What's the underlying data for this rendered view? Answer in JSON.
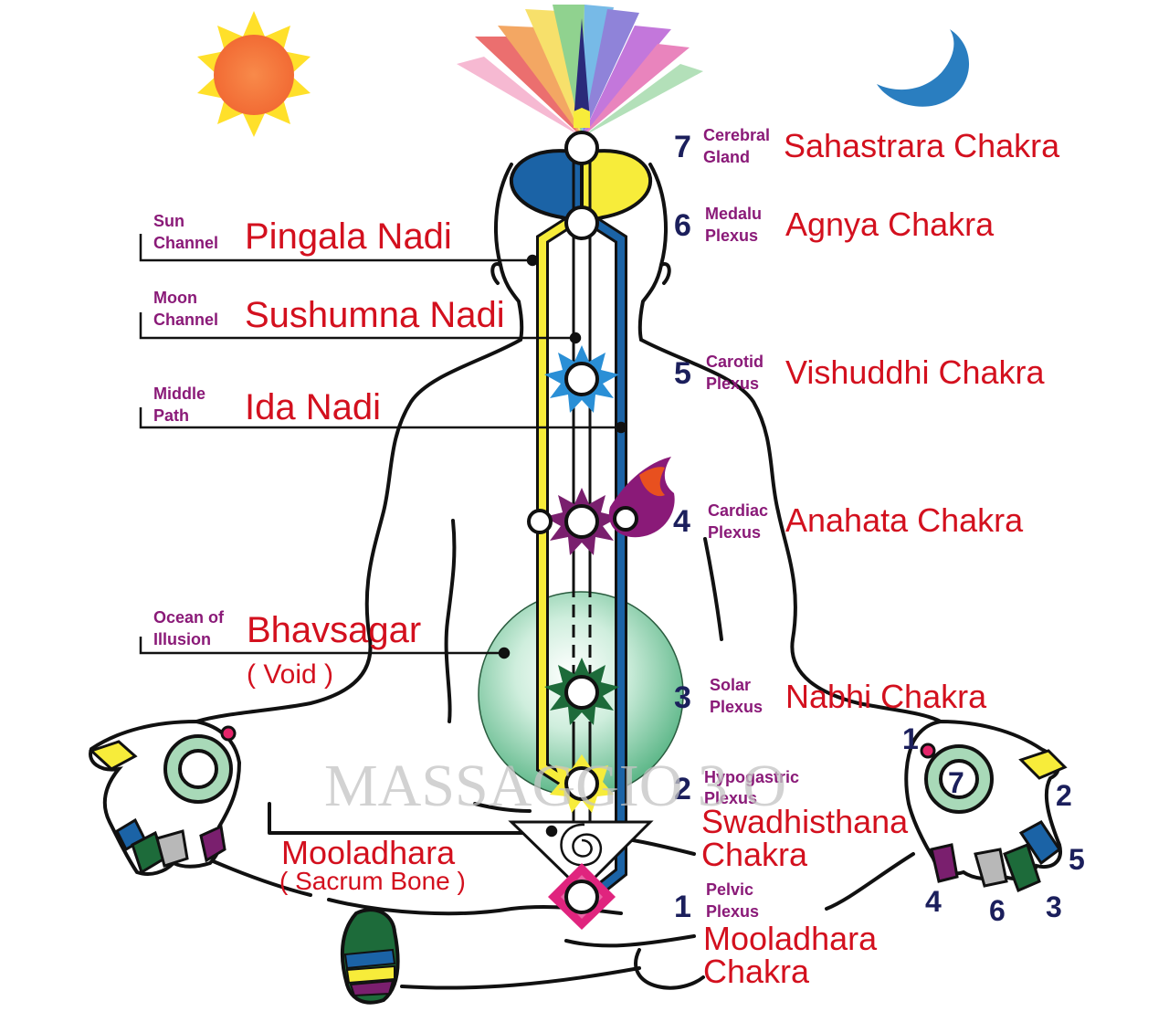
{
  "chakras": [
    {
      "number": "7",
      "plexus_line1": "Cerebral",
      "plexus_line2": "Gland",
      "name": "Sahastrara Chakra"
    },
    {
      "number": "6",
      "plexus_line1": "Medalu",
      "plexus_line2": "Plexus",
      "name": "Agnya Chakra"
    },
    {
      "number": "5",
      "plexus_line1": "Carotid",
      "plexus_line2": "Plexus",
      "name": "Vishuddhi Chakra"
    },
    {
      "number": "4",
      "plexus_line1": "Cardiac",
      "plexus_line2": "Plexus",
      "name": "Anahata Chakra"
    },
    {
      "number": "3",
      "plexus_line1": "Solar",
      "plexus_line2": "Plexus",
      "name": "Nabhi Chakra"
    },
    {
      "number": "2",
      "plexus_line1": "Hypogastric",
      "plexus_line2": "Plexus",
      "name_line1": "Swadhisthana",
      "name_line2": "Chakra"
    },
    {
      "number": "1",
      "plexus_line1": "Pelvic",
      "plexus_line2": "Plexus",
      "name_line1": "Mooladhara",
      "name_line2": "Chakra"
    }
  ],
  "nadis": [
    {
      "small_line1": "Sun",
      "small_line2": "Channel",
      "name": "Pingala Nadi"
    },
    {
      "small_line1": "Moon",
      "small_line2": "Channel",
      "name": "Sushumna Nadi"
    },
    {
      "small_line1": "Middle",
      "small_line2": "Path",
      "name": "Ida Nadi"
    }
  ],
  "bhavsagar": {
    "small_line1": "Ocean of",
    "small_line2": "Illusion",
    "name": "Bhavsagar",
    "sub": "( Void  )"
  },
  "mooladhara_bone": {
    "name": "Mooladhara",
    "sub": "( Sacrum Bone )"
  },
  "right_hand_numbers": [
    "1",
    "7",
    "2",
    "5",
    "4",
    "6",
    "3"
  ],
  "watermark": "MASSAGGIO 3 O",
  "colors": {
    "label_red": "#d3101e",
    "label_purple": "#8a1a78",
    "number_navy": "#1b1f5c",
    "pingala_yellow": "#f7ec3a",
    "ida_blue": "#1b63a6",
    "sun_orange": "#f47a3e",
    "moon_blue": "#2a7ec0",
    "void_green": "#a8d9b8"
  },
  "icons": [
    "sun-icon",
    "moon-icon",
    "lotus-crown-icon",
    "flame-icon",
    "spiral-icon"
  ]
}
